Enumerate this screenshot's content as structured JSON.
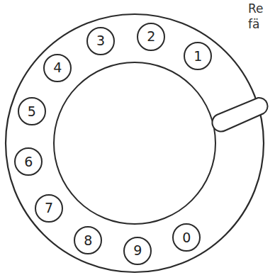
{
  "diagram": {
    "nodes": [
      {
        "text": [
          "1"
        ]
      },
      {
        "text": [
          "2"
        ]
      },
      {
        "text": [
          "3"
        ]
      },
      {
        "text": [
          "4"
        ]
      },
      {
        "text": [
          "5"
        ]
      },
      {
        "text": [
          "6"
        ]
      },
      {
        "text": [
          "7"
        ]
      },
      {
        "text": [
          "8"
        ]
      },
      {
        "text": [
          "9"
        ]
      },
      {
        "text": [
          "0"
        ]
      }
    ],
    "labels": [
      "Re",
      "fä"
    ]
  }
}
